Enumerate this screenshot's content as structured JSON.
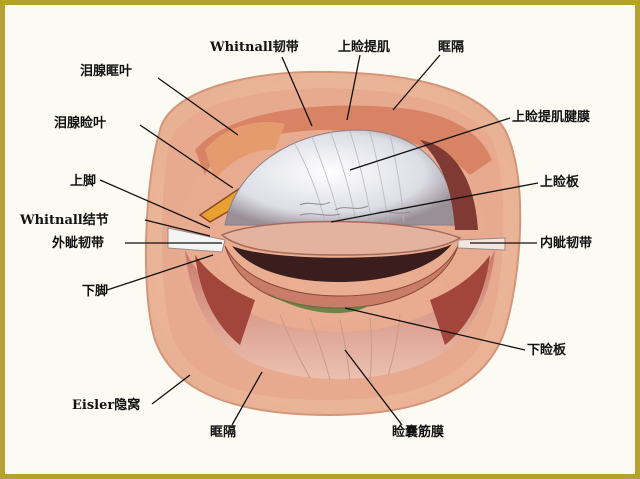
{
  "labels": {
    "lacrimal_orbital_lobe": "泪腺眶叶",
    "lacrimal_palpebral_lobe": "泪腺睑叶",
    "upper_horn": "上脚",
    "whitnall_tubercle": "Whitnall结节",
    "lateral_canthal_ligament": "外眦韧带",
    "lower_horn": "下脚",
    "eisler_pocket": "Eisler隐窝",
    "septum_bottom": "眶隔",
    "whitnall_ligament": "Whitnall韧带",
    "levator_muscle": "上睑提肌",
    "septum_top": "眶隔",
    "levator_aponeurosis": "上睑提肌腱膜",
    "superior_tarsus": "上睑板",
    "medial_canthal_ligament": "内眦韧带",
    "inferior_tarsus": "下睑板",
    "capsulopalpebral_fascia": "睑囊筋膜"
  },
  "colors": {
    "frame": "#b5a131",
    "background": "#fbfbf3",
    "tissue": "#e3a485",
    "muscle": "#c9694e",
    "dark_tissue": "#a7463a",
    "cornea": "#e9e9ee",
    "gland": "#e8a030"
  }
}
